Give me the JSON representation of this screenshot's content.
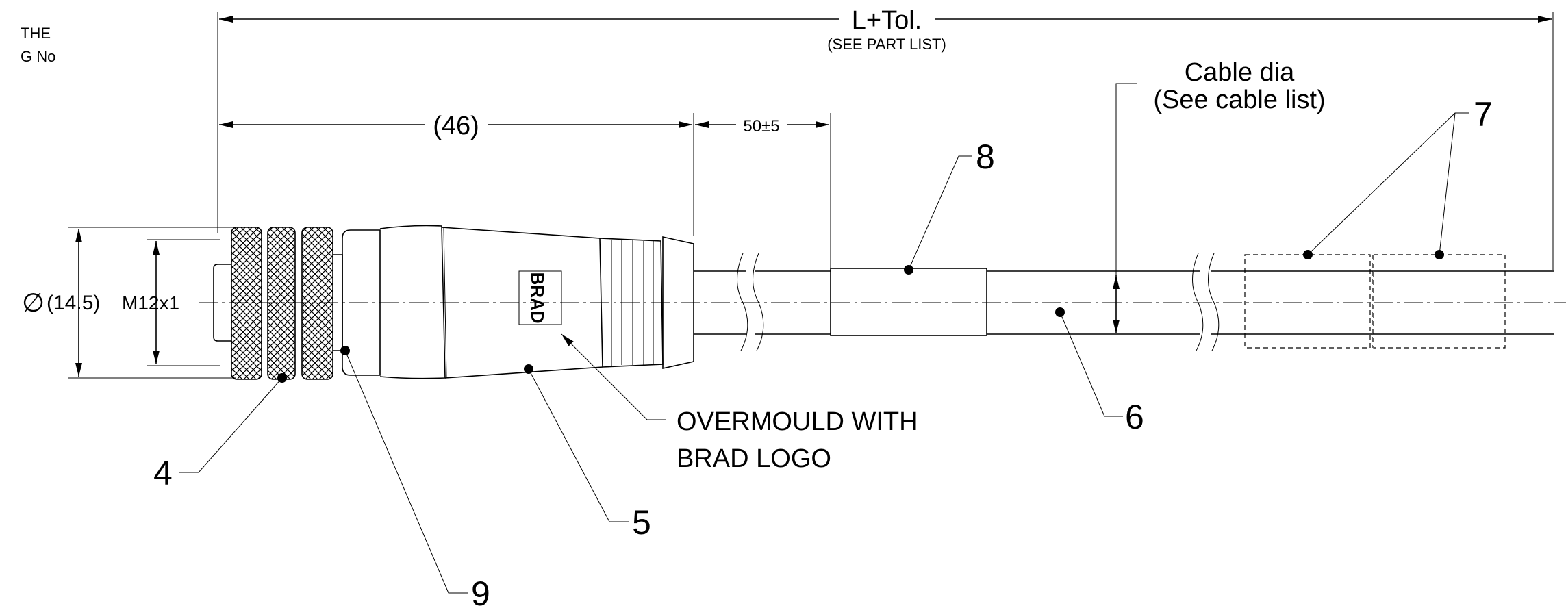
{
  "corner_note": {
    "line1": "THE",
    "line2": "G No"
  },
  "dimensions": {
    "overall_length": "L+Tol.",
    "overall_length_note": "(SEE PART LIST)",
    "connector_length": "(46)",
    "offset": "50±5",
    "cable_dia_line1": "Cable dia",
    "cable_dia_line2": "(See cable list)",
    "diameter_symbol": "∅",
    "diameter": "(14.5)",
    "thread": "M12x1"
  },
  "callouts": {
    "item_4": "4",
    "item_5": "5",
    "item_6": "6",
    "item_7": "7",
    "item_8": "8",
    "item_9": "9",
    "overmould_line1": "OVERMOULD WITH",
    "overmould_line2": "BRAD LOGO"
  },
  "logo": {
    "text": "BRAD"
  }
}
